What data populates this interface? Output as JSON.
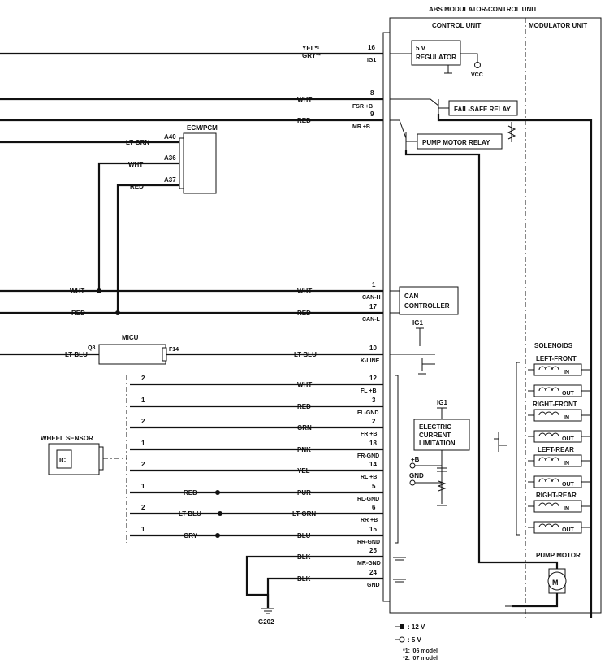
{
  "unit": {
    "title": "ABS MODULATOR-CONTROL UNIT",
    "control": "CONTROL UNIT",
    "modulator": "MODULATOR UNIT"
  },
  "blocks": {
    "reg1": "5 V",
    "reg2": "REGULATOR",
    "vcc": "VCC",
    "failsafe": "FAIL-SAFE RELAY",
    "pump_relay": "PUMP MOTOR RELAY",
    "can1": "CAN",
    "can2": "CONTROLLER",
    "ecl1": "ELECTRIC",
    "ecl2": "CURRENT",
    "ecl3": "LIMITATION",
    "ig1a": "IG1",
    "ig1b": "IG1",
    "plus_b": "+B",
    "gnd": "GND",
    "ecm": "ECM/PCM",
    "micu": "MICU",
    "wheel_sensor": "WHEEL SENSOR",
    "ic": "IC",
    "g202": "G202",
    "pump_motor": "PUMP MOTOR",
    "motor_m": "M"
  },
  "solenoids": {
    "title": "SOLENOIDS",
    "groups": [
      "LEFT-FRONT",
      "RIGHT-FRONT",
      "LEFT-REAR",
      "RIGHT-REAR"
    ],
    "in": "IN",
    "out": "OUT"
  },
  "pins": [
    {
      "num": "16",
      "name": "IG1",
      "wire": "YEL*¹",
      "wire2": "GRY*²"
    },
    {
      "num": "8",
      "name": "FSR +B",
      "wire": "WHT"
    },
    {
      "num": "9",
      "name": "MR +B",
      "wire": "RED"
    },
    {
      "num": "1",
      "name": "CAN-H",
      "wire": "WHT"
    },
    {
      "num": "17",
      "name": "CAN-L",
      "wire": "RED"
    },
    {
      "num": "10",
      "name": "K-LINE",
      "wire": "LT BLU"
    },
    {
      "num": "12",
      "name": "FL +B",
      "wire": "WHT"
    },
    {
      "num": "3",
      "name": "FL-GND",
      "wire": "RED"
    },
    {
      "num": "2",
      "name": "FR +B",
      "wire": "GRN"
    },
    {
      "num": "18",
      "name": "FR-GND",
      "wire": "PNK"
    },
    {
      "num": "14",
      "name": "RL +B",
      "wire": "YEL"
    },
    {
      "num": "5",
      "name": "RL-GND",
      "wire": "PUR"
    },
    {
      "num": "6",
      "name": "RR +B",
      "wire": "LT GRN"
    },
    {
      "num": "15",
      "name": "RR-GND",
      "wire": "BLU"
    },
    {
      "num": "25",
      "name": "MR-GND",
      "wire": "BLK"
    },
    {
      "num": "24",
      "name": "GND",
      "wire": "BLK"
    }
  ],
  "left_wires": {
    "ecm_a40": "A40",
    "ecm_a36": "A36",
    "ecm_a37": "A37",
    "ltgrn": "LT GRN",
    "wht": "WHT",
    "red": "RED",
    "bus_wht": "WHT",
    "bus_red": "RED",
    "micu_q8": "Q8",
    "micu_f14": "F14",
    "ltblu": "LT BLU",
    "s_red": "RED",
    "s_ltblu": "LT BLU",
    "s_gry": "GRY"
  },
  "sensor_pins": [
    "2",
    "1",
    "2",
    "1",
    "2",
    "1",
    "2",
    "1"
  ],
  "legend": {
    "v12": ": 12 V",
    "v5": ": 5 V",
    "n1": "*1: '06 model",
    "n2": "*2: '07 model"
  }
}
